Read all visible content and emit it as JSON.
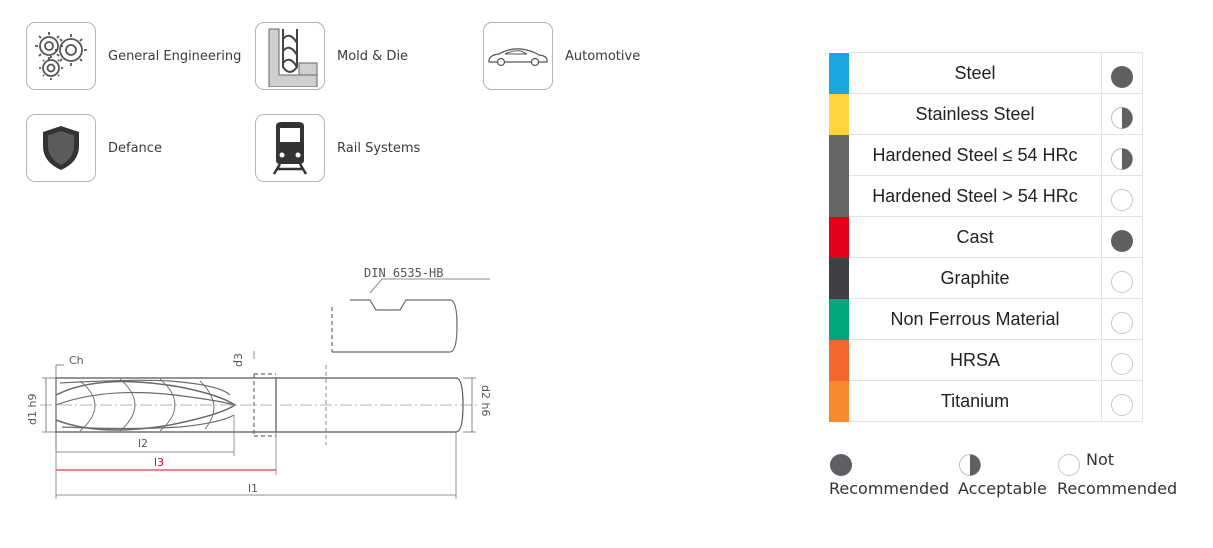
{
  "industries": [
    {
      "label": "General Engineering",
      "icon": "gears-icon"
    },
    {
      "label": "Mold & Die",
      "icon": "mold-die-icon"
    },
    {
      "label": "Automotive",
      "icon": "car-icon"
    },
    {
      "label": "Defance",
      "icon": "shield-icon"
    },
    {
      "label": "Rail  Systems",
      "icon": "train-icon"
    }
  ],
  "drawing": {
    "standard": "DIN 6535-HB",
    "labels": {
      "ch": "Ch",
      "d3": "d3",
      "d1": "d1 h9",
      "d2": "d2 h6",
      "l2": "l2",
      "l3": "l3",
      "l1": "l1"
    }
  },
  "materials": [
    {
      "name": "Steel",
      "color": "#1aa6e2",
      "rating": "recommended"
    },
    {
      "name": "Stainless Steel",
      "color": "#ffd53d",
      "rating": "acceptable"
    },
    {
      "name": "Hardened Steel ≤ 54 HRc",
      "color": "#666669",
      "rating": "acceptable"
    },
    {
      "name": "Hardened Steel > 54 HRc",
      "color": "#666669",
      "rating": "not_recommended"
    },
    {
      "name": "Cast",
      "color": "#e2001a",
      "rating": "recommended"
    },
    {
      "name": "Graphite",
      "color": "#3e4045",
      "rating": "not_recommended"
    },
    {
      "name": "Non Ferrous Material",
      "color": "#00a77d",
      "rating": "not_recommended"
    },
    {
      "name": "HRSA",
      "color": "#f2672a",
      "rating": "not_recommended"
    },
    {
      "name": "Titanium",
      "color": "#f58a2e",
      "rating": "not_recommended"
    }
  ],
  "legend": {
    "recommended": "Recommended",
    "acceptable": "Acceptable",
    "not_line1": "Not",
    "not_line2": "Recommended"
  },
  "colors": {
    "dot": "#5f5f63",
    "accent_red": "#e2001a"
  }
}
